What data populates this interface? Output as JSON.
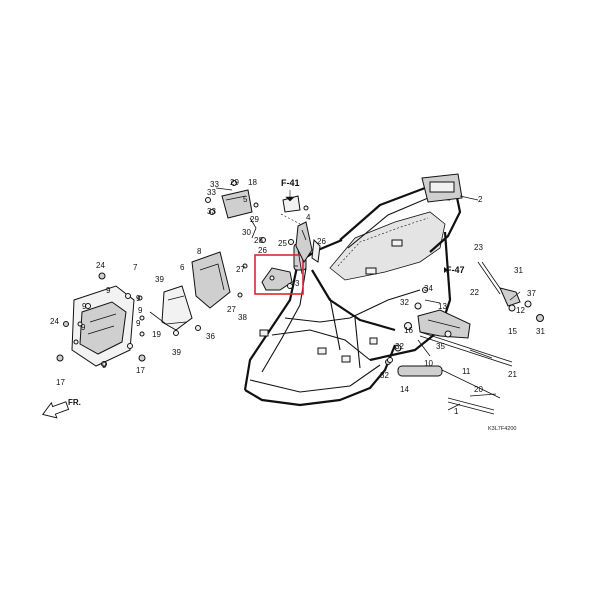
{
  "diagram": {
    "part_code": "K3L7F4200",
    "direction_label": "FR.",
    "ref_labels": [
      "F-41",
      "F-47"
    ],
    "highlight_color": "#e0262e",
    "callouts": [
      "1",
      "2",
      "3",
      "4",
      "5",
      "6",
      "7",
      "8",
      "9",
      "10",
      "11",
      "12",
      "13",
      "14",
      "15",
      "16",
      "17",
      "18",
      "19",
      "20",
      "21",
      "22",
      "23",
      "24",
      "25",
      "26",
      "27",
      "28",
      "29",
      "30",
      "31",
      "32",
      "33",
      "34",
      "35",
      "36",
      "37",
      "38",
      "39"
    ]
  }
}
